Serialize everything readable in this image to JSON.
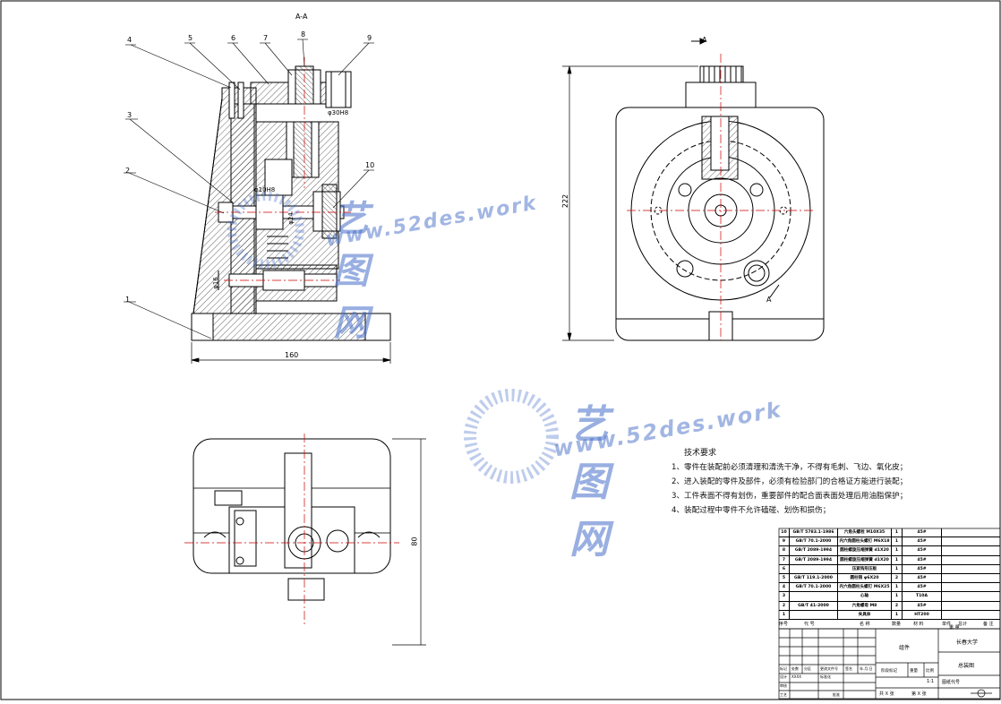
{
  "section_label": "A-A",
  "view_arrow_label_top": "A",
  "view_arrow_label_bottom": "A",
  "dimensions": {
    "width": "160",
    "height": "222",
    "plan_height": "80",
    "dia_bore": "φ30H8",
    "dia_small": "φ10H8",
    "dia_mid": "φ24",
    "dia_left": "φ16"
  },
  "callouts": [
    "1",
    "2",
    "3",
    "4",
    "5",
    "6",
    "7",
    "8",
    "9",
    "10"
  ],
  "tech_requirements": {
    "title": "技术要求",
    "items": [
      "1、零件在装配前必须清理和清洗干净，不得有毛刺、飞边、氧化皮；",
      "2、进入装配的零件及部件，必须有检验部门的合格证方能进行装配；",
      "3、工件表面不得有划伤，重要部件的配合面表面处理后用油脂保护；",
      "4、装配过程中零件不允许磕碰、划伤和损伤；"
    ]
  },
  "bom": {
    "rows": [
      {
        "no": "10",
        "code": "GB/T 5783.1-1986",
        "name": "六角头螺栓 M10X35",
        "qty": "1",
        "mat": "45#"
      },
      {
        "no": "9",
        "code": "GB/T 70.1-2000",
        "name": "内六角圆柱头螺钉 M6X18",
        "qty": "1",
        "mat": "45#"
      },
      {
        "no": "8",
        "code": "GB/T 2089-1994",
        "name": "圆柱螺旋压缩弹簧 d1X20",
        "qty": "1",
        "mat": "45#"
      },
      {
        "no": "7",
        "code": "GB/T 2089-1994",
        "name": "圆柱螺旋压缩弹簧 d1X20",
        "qty": "1",
        "mat": "45#"
      },
      {
        "no": "6",
        "code": "",
        "name": "压紧钩形压板",
        "qty": "1",
        "mat": "45#"
      },
      {
        "no": "5",
        "code": "GB/T 119.1-2000",
        "name": "圆柱销 φ6X20",
        "qty": "2",
        "mat": "45#"
      },
      {
        "no": "4",
        "code": "GB/T 70.1-2000",
        "name": "内六角圆柱头螺钉 M6X25",
        "qty": "1",
        "mat": "45#"
      },
      {
        "no": "3",
        "code": "",
        "name": "心轴",
        "qty": "1",
        "mat": "T10A"
      },
      {
        "no": "2",
        "code": "GB/T 41-2000",
        "name": "六角螺母 M8",
        "qty": "2",
        "mat": "45#"
      },
      {
        "no": "1",
        "code": "",
        "name": "夹具体",
        "qty": "1",
        "mat": "HT200"
      }
    ],
    "headers": {
      "no": "序号",
      "code": "代 号",
      "name": "名 称",
      "qty": "数量",
      "mat": "材 料",
      "unit_weight": "单件",
      "total_weight": "总计",
      "weight": "重 量",
      "remark": "备 注"
    }
  },
  "title_block": {
    "assembly": "组件",
    "school": "长春大学",
    "drawing_name": "总装图",
    "scale": "1:1",
    "sheet_total": "共 X 张",
    "sheet_no": "第 X 张",
    "drawing_code_label": "图纸代号",
    "labels": {
      "mark": "标记",
      "count": "处数",
      "zone": "分区",
      "change_doc": "更改文件号",
      "sign": "签名",
      "date": "年.月.日",
      "design": "设计",
      "design_name": "XXXX",
      "standard": "标准化",
      "stage_mark": "阶段标记",
      "weight": "重量",
      "ratio": "比例",
      "review": "审核",
      "process": "工艺",
      "approve": "批准"
    }
  },
  "watermark": {
    "cn": "艺图网",
    "en": "www.52des.work"
  },
  "colors": {
    "line": "#000000",
    "hatch": "#000000",
    "center": "#cc0000",
    "watermark": "#466ec8"
  }
}
